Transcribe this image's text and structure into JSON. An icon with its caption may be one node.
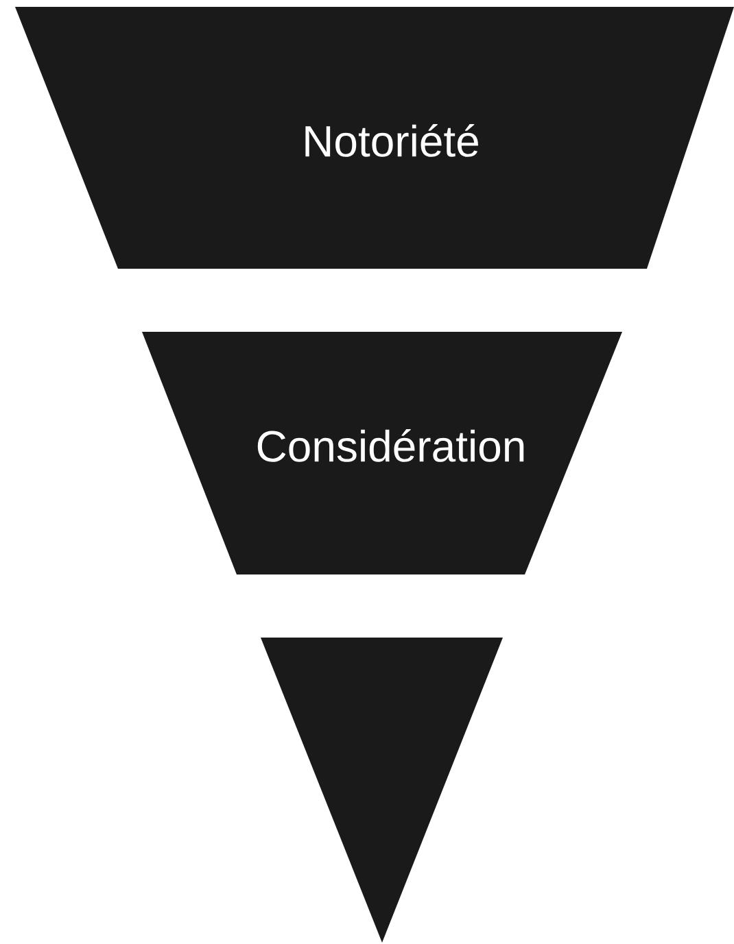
{
  "diagram": {
    "nodes": [
      {
        "text": [
          "Notoriété"
        ]
      },
      {
        "text": [
          "Considération"
        ]
      },
      {
        "text": [],
        "shape": "triangle"
      }
    ]
  }
}
